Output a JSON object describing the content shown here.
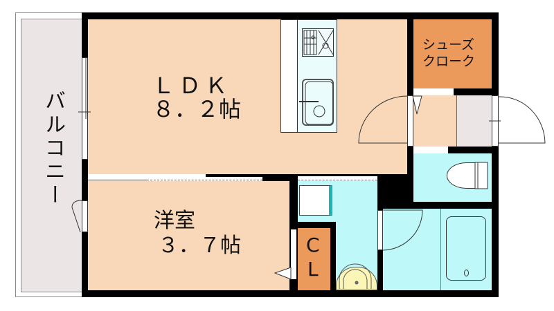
{
  "floorplan": {
    "colors": {
      "living": "#f8d8b8",
      "closet": "#ec9a5c",
      "wet_area": "#bff8f8",
      "balcony": "#ebe5e5",
      "entrance_floor": "#ebe5e5",
      "wall": "#000000",
      "washbasin": "#fbf5b8",
      "washer_accent": "#1fb3b3"
    },
    "rooms": {
      "balcony": {
        "label": "バルコニー"
      },
      "ldk": {
        "label": "ＬＤＫ",
        "size": "８．２帖"
      },
      "western_room": {
        "label": "洋室",
        "size": "３．７帖"
      },
      "shoe_closet": {
        "label_line1": "シューズ",
        "label_line2": "クローク"
      },
      "closet": {
        "label_line1": "C",
        "label_line2": "L"
      },
      "kitchen": {
        "label": ""
      },
      "toilet": {
        "label": ""
      },
      "washroom": {
        "label": ""
      },
      "bathroom": {
        "label": ""
      },
      "entrance": {
        "label": ""
      }
    }
  }
}
